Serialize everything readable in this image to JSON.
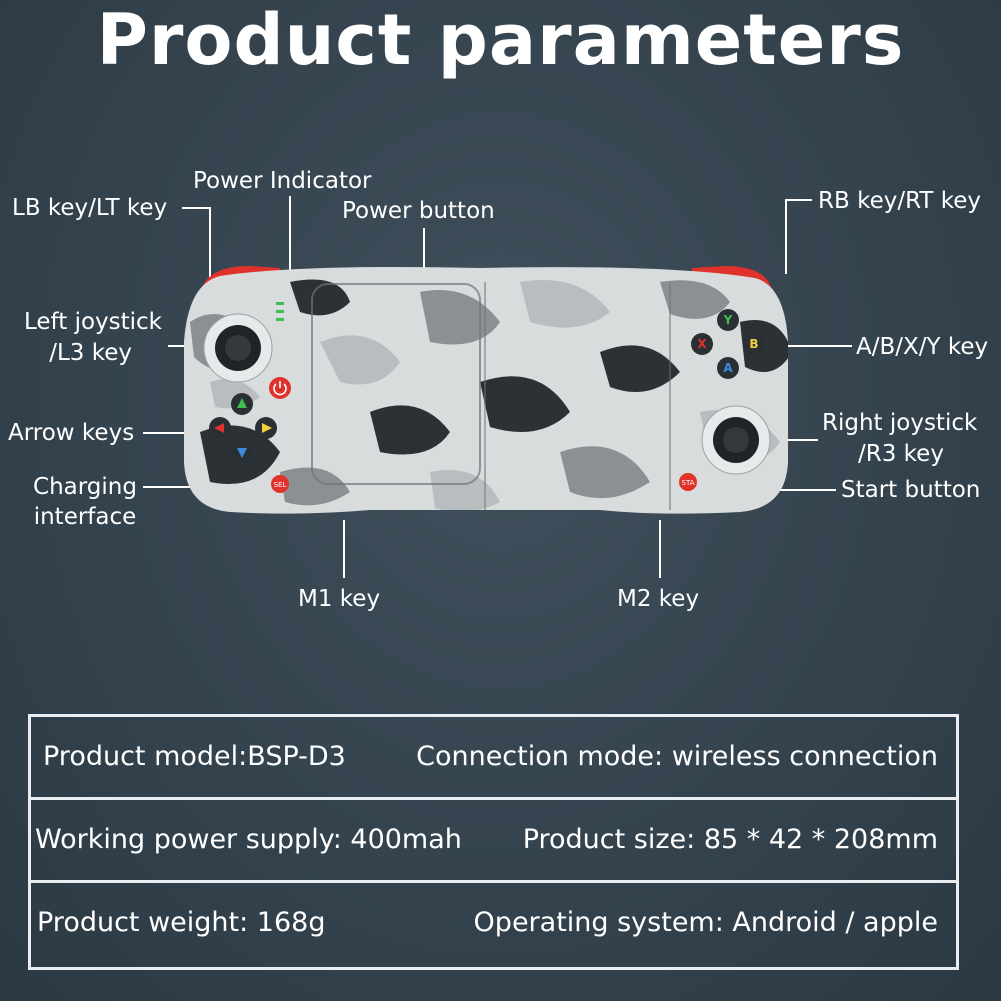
{
  "title": "Product parameters",
  "callouts": {
    "power_indicator": "Power Indicator",
    "power_button": "Power button",
    "lb_lt_key": "LB key/LT key",
    "rb_rt_key": "RB key/RT key",
    "left_joystick_1": "Left joystick",
    "left_joystick_2": "/L3 key",
    "abxy_key": "A/B/X/Y key",
    "arrow_keys": "Arrow keys",
    "right_joystick_1": "Right joystick",
    "right_joystick_2": "/R3 key",
    "charging_1": "Charging",
    "charging_2": "interface",
    "start_button": "Start button",
    "m1_key": "M1 key",
    "m2_key": "M2 key"
  },
  "controller": {
    "buttons": {
      "y": "Y",
      "x": "X",
      "b": "B",
      "a": "A",
      "sel": "SEL",
      "sta": "STA"
    },
    "colors": {
      "shell": "#d8dcdd",
      "camo_dark": "#2c3135",
      "camo_mid": "#8b9093",
      "camo_light": "#b9bdbf",
      "trigger": "#e0322c"
    }
  },
  "params": {
    "model": "Product model:BSP-D3",
    "connection": "Connection mode: wireless connection",
    "power_supply": "Working power supply: 400mah",
    "size": "Product size: 85 * 42 * 208mm",
    "weight": "Product weight: 168g",
    "os": "Operating system: Android / apple"
  }
}
